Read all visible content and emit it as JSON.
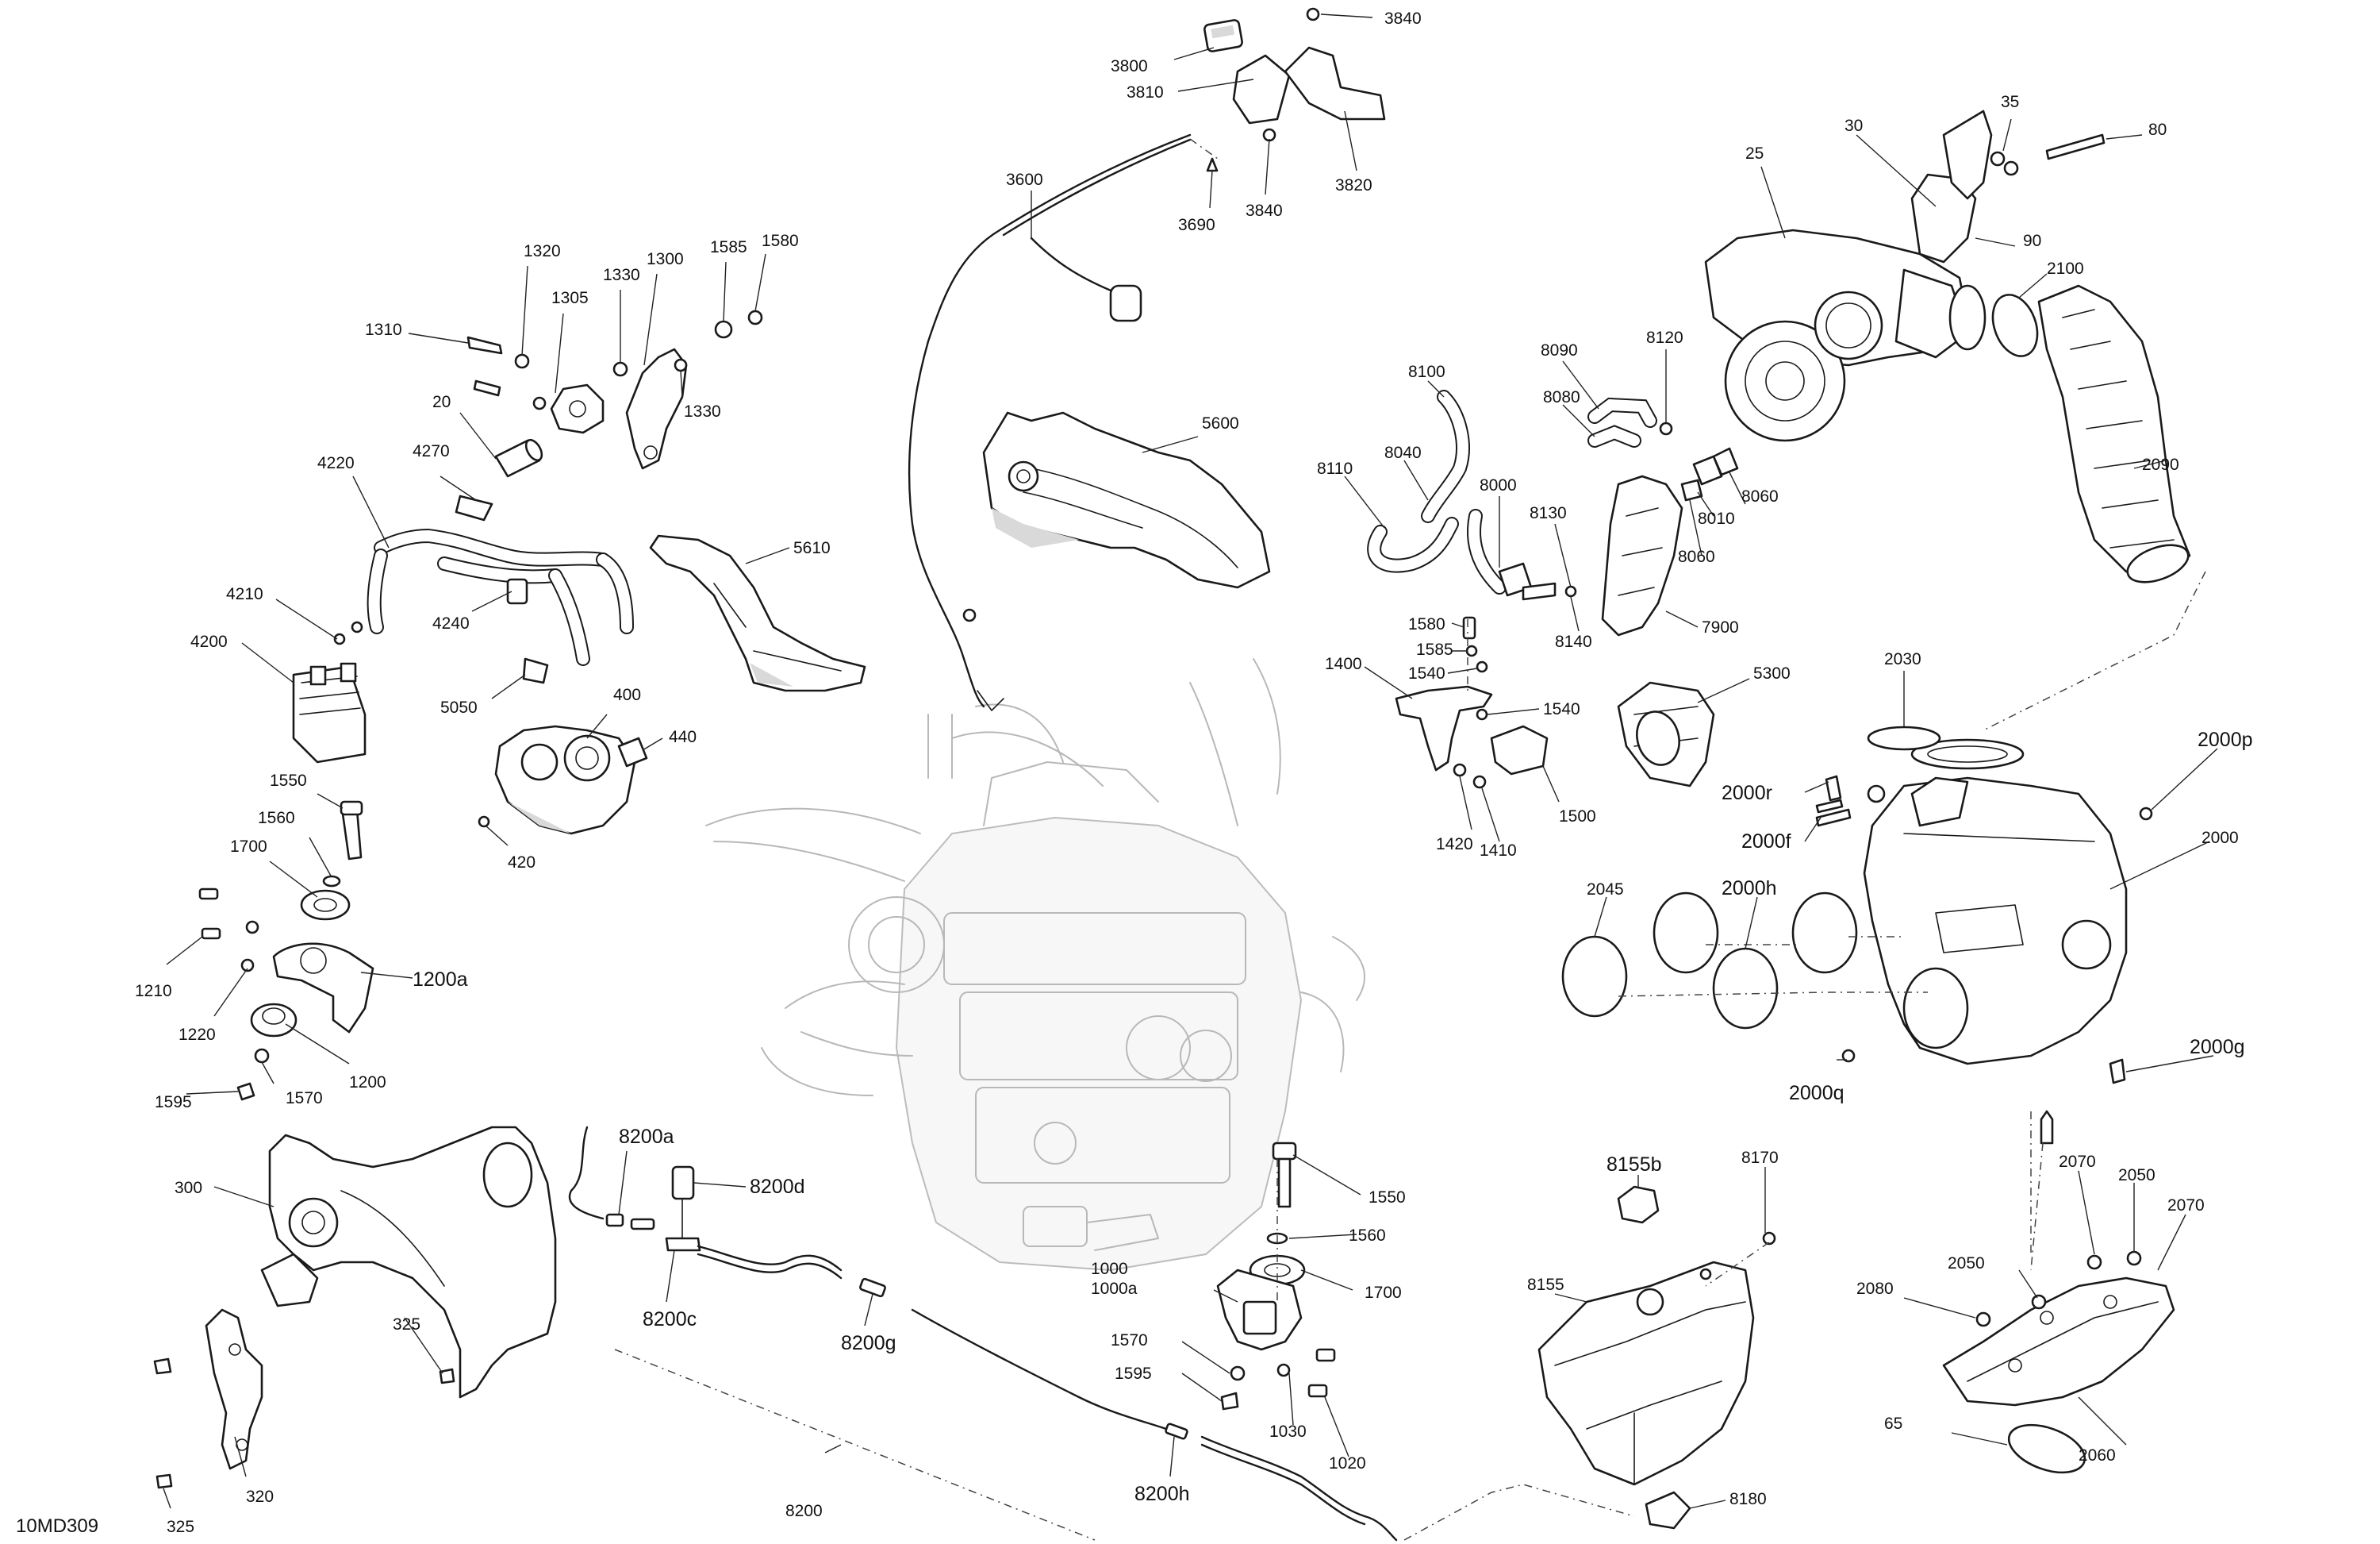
{
  "diagram": {
    "reference_code": "10MD309",
    "labels": {
      "l3840a": "3840",
      "l3800": "3800",
      "l3810": "3810",
      "l3820": "3820",
      "l3840b": "3840",
      "l3690": "3690",
      "l3600": "3600",
      "l5600": "5600",
      "l5610": "5610",
      "l1320": "1320",
      "l1305": "1305",
      "l1330a": "1330",
      "l1300": "1300",
      "l1585a": "1585",
      "l1580a": "1580",
      "l1310": "1310",
      "l1330b": "1330",
      "l20": "20",
      "l4220": "4220",
      "l4270": "4270",
      "l4210": "4210",
      "l4200": "4200",
      "l4240": "4240",
      "l5050": "5050",
      "l400": "400",
      "l440": "440",
      "l420": "420",
      "l1550a": "1550",
      "l1560a": "1560",
      "l1700a": "1700",
      "l1210": "1210",
      "l1200a": "1200a",
      "l1220": "1220",
      "l1200": "1200",
      "l1595a": "1595",
      "l1570a": "1570",
      "l300": "300",
      "l325a": "325",
      "l320": "320",
      "l325b": "325",
      "l8200a": "8200a",
      "l8200d": "8200d",
      "l8200c": "8200c",
      "l8200g": "8200g",
      "l8200": "8200",
      "l8200h": "8200h",
      "l1000": "1000",
      "l1000a": "1000a",
      "l1550b": "1550",
      "l1560b": "1560",
      "l1700b": "1700",
      "l1570b": "1570",
      "l1595b": "1595",
      "l1030": "1030",
      "l1020": "1020",
      "l8155b": "8155b",
      "l8170": "8170",
      "l8155": "8155",
      "l8180": "8180",
      "l25": "25",
      "l30": "30",
      "l35": "35",
      "l80": "80",
      "l90": "90",
      "l2100": "2100",
      "l2090": "2090",
      "l8090": "8090",
      "l8120": "8120",
      "l8100": "8100",
      "l8080": "8080",
      "l8040": "8040",
      "l8000": "8000",
      "l8110": "8110",
      "l8130": "8130",
      "l8060a": "8060",
      "l8010": "8010",
      "l8060b": "8060",
      "l8140": "8140",
      "l7900": "7900",
      "l1580b": "1580",
      "l1585b": "1585",
      "l1540a": "1540",
      "l1400": "1400",
      "l1540b": "1540",
      "l1500": "1500",
      "l1420": "1420",
      "l1410": "1410",
      "l5300": "5300",
      "l2030": "2030",
      "l2000p": "2000p",
      "l2000r": "2000r",
      "l2000f": "2000f",
      "l2000": "2000",
      "l2045": "2045",
      "l2000h": "2000h",
      "l2000q": "2000q",
      "l2000g": "2000g",
      "l2070a": "2070",
      "l2050a": "2050",
      "l2070b": "2070",
      "l2080": "2080",
      "l2050b": "2050",
      "l65": "65",
      "l2060": "2060"
    }
  }
}
